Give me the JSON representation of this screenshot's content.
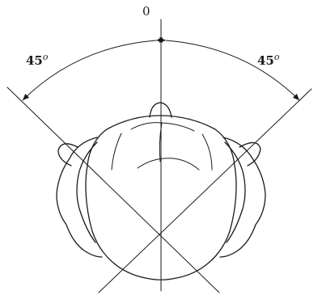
{
  "figure": {
    "center_label": "0",
    "left_angle": {
      "value": "45",
      "unit": "o"
    },
    "right_angle": {
      "value": "45",
      "unit": "o"
    }
  },
  "colors": {
    "ink": "#1a1a1a",
    "background": "#ffffff"
  }
}
